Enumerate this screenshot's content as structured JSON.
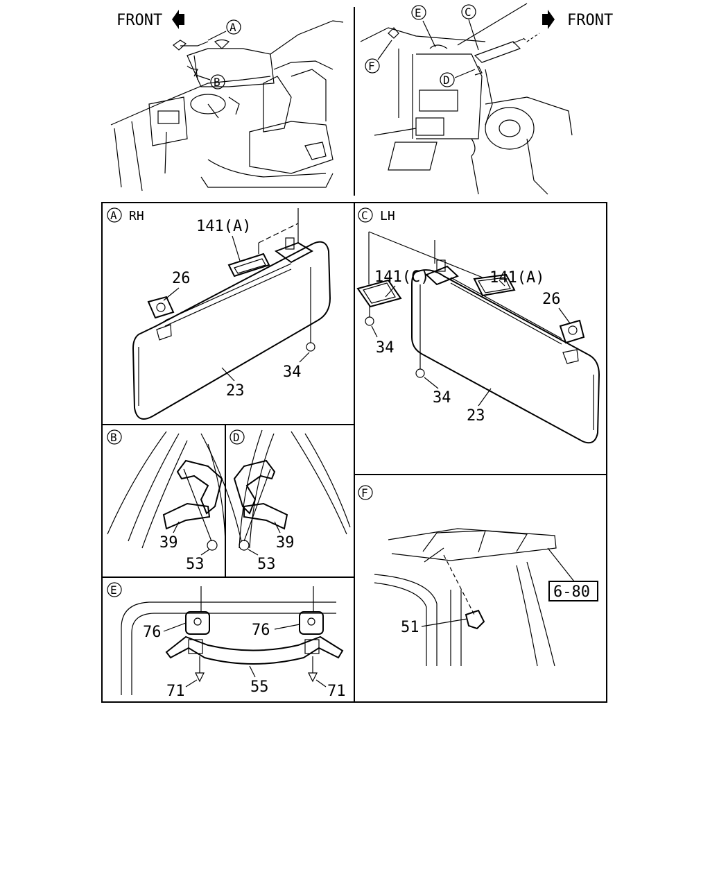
{
  "overview": {
    "left_front_label": "FRONT",
    "right_front_label": "FRONT",
    "callouts": [
      "A",
      "B",
      "C",
      "D",
      "E",
      "F"
    ]
  },
  "panels": {
    "A": {
      "letter": "A",
      "side": "RH",
      "parts": [
        "141(A)",
        "26",
        "34",
        "23"
      ]
    },
    "C": {
      "letter": "C",
      "side": "LH",
      "parts": [
        "141(C)",
        "141(A)",
        "26",
        "34",
        "34",
        "23"
      ]
    },
    "B": {
      "letter": "B",
      "parts": [
        "39",
        "53"
      ]
    },
    "D": {
      "letter": "D",
      "parts": [
        "39",
        "53"
      ]
    },
    "E": {
      "letter": "E",
      "parts": [
        "76",
        "76",
        "71",
        "55",
        "71"
      ]
    },
    "F": {
      "letter": "F",
      "parts": [
        "51"
      ],
      "reference": "6-80"
    }
  }
}
